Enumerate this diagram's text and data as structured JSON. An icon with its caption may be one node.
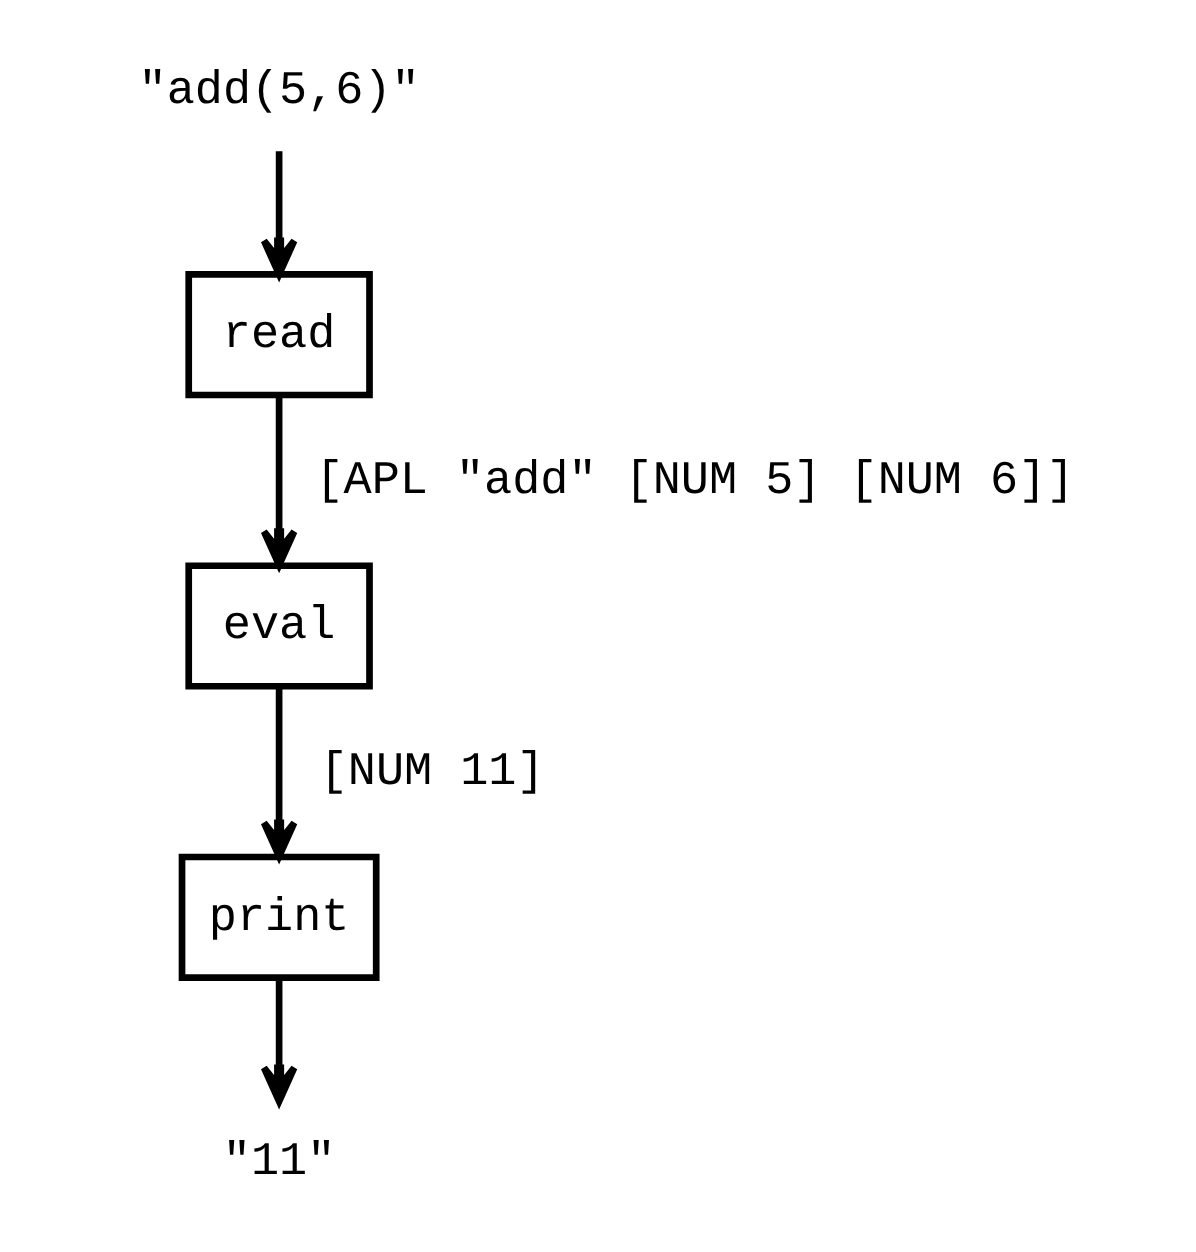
{
  "diagram": {
    "nodes": [
      {
        "text": [
          "\"add(5,6)\""
        ]
      },
      {
        "text": [
          "read"
        ]
      },
      {
        "text": [
          "eval"
        ]
      },
      {
        "text": [
          "print"
        ]
      },
      {
        "text": [
          "\"11\""
        ]
      }
    ],
    "edges": [
      {
        "from": 0,
        "to": 1,
        "arrow": "to"
      },
      {
        "from": 1,
        "to": 2,
        "arrow": "to",
        "label": "[APL \"add\" [NUM 5] [NUM 6]]"
      },
      {
        "from": 2,
        "to": 3,
        "arrow": "to",
        "label": "[NUM 11]"
      },
      {
        "from": 3,
        "to": 4,
        "arrow": "to"
      }
    ]
  }
}
